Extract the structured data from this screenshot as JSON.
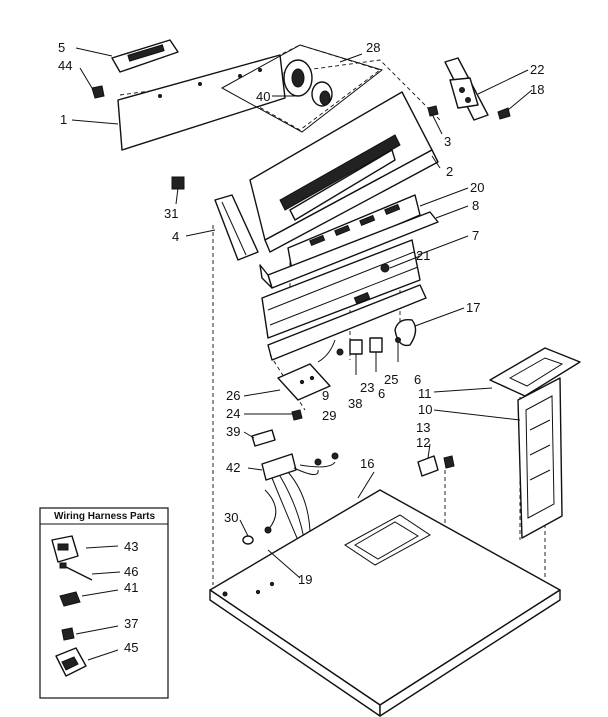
{
  "callouts": [
    "5",
    "44",
    "1",
    "28",
    "40",
    "22",
    "18",
    "3",
    "2",
    "20",
    "31",
    "8",
    "4",
    "7",
    "21",
    "17",
    "26",
    "9",
    "38",
    "23",
    "25",
    "6",
    "6",
    "11",
    "24",
    "29",
    "10",
    "39",
    "13",
    "12",
    "16",
    "42",
    "30",
    "19"
  ],
  "legend": {
    "title": "Wiring Harness Parts",
    "items": [
      "43",
      "46",
      "41",
      "37",
      "45"
    ]
  }
}
